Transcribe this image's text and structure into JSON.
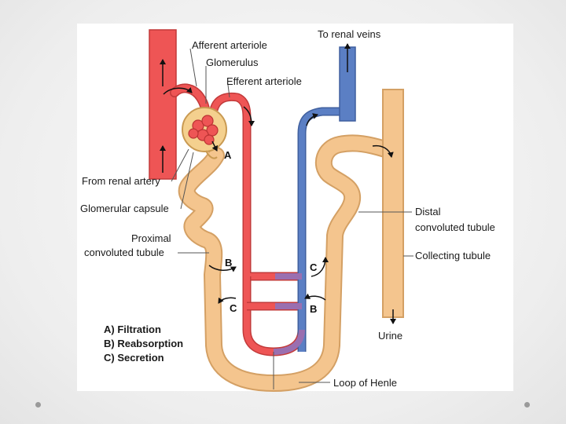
{
  "diagram": {
    "labels": {
      "afferent": "Afferent arteriole",
      "glomerulus": "Glomerulus",
      "efferent": "Efferent arteriole",
      "renal_veins": "To renal veins",
      "renal_artery": "From renal artery",
      "capsule": "Glomerular capsule",
      "proximal_1": "Proximal",
      "proximal_2": "convoluted tubule",
      "distal_1": "Distal",
      "distal_2": "convoluted tubule",
      "collecting": "Collecting tubule",
      "urine": "Urine",
      "loop": "Loop of Henle"
    },
    "markers": {
      "a": "A",
      "b_left": "B",
      "c_right": "C",
      "c_left": "C",
      "b_right": "B"
    },
    "legend": [
      "A) Filtration",
      "B) Reabsorption",
      "C) Secretion"
    ]
  },
  "colors": {
    "artery": "#ee5555",
    "vein": "#5b7fc4",
    "tubule": "#f4c58e",
    "tubule_edge": "#d4a064",
    "arrow": "#111111"
  }
}
